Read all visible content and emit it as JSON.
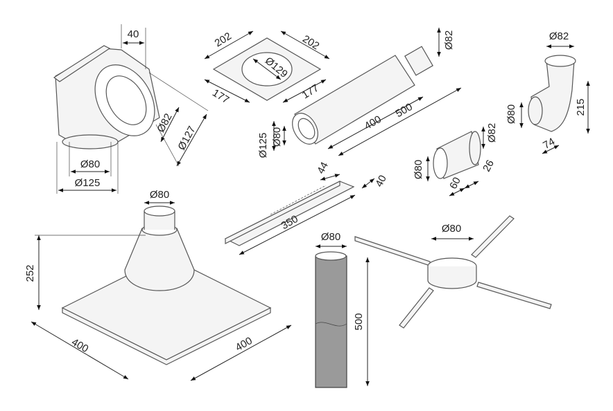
{
  "elbow": {
    "depth": "40",
    "inner_diameter": "Ø82",
    "outer_diameter": "Ø127",
    "bottom_inner": "Ø80",
    "bottom_outer": "Ø125"
  },
  "plate": {
    "width_a": "202",
    "width_b": "202",
    "hole": "Ø129",
    "inner_a": "177",
    "inner_b": "177"
  },
  "coax_pipe": {
    "end_diameter": "Ø82",
    "length_inner": "400",
    "length_outer": "500",
    "outer_diameter": "Ø125",
    "inner_diameter": "Ø80"
  },
  "bend": {
    "top_diameter": "Ø82",
    "height": "215",
    "side_diameter": "Ø80",
    "offset": "74"
  },
  "adapter": {
    "large_diameter": "Ø82",
    "small_diameter": "Ø80",
    "length": "60",
    "collar": "26"
  },
  "rail": {
    "width": "44",
    "height": "40",
    "length": "350"
  },
  "roof_flashing": {
    "pipe_diameter": "Ø80",
    "height": "252",
    "side_a": "400",
    "side_b": "400"
  },
  "pipe": {
    "diameter": "Ø80",
    "length": "500"
  },
  "bracket": {
    "diameter": "Ø80"
  }
}
